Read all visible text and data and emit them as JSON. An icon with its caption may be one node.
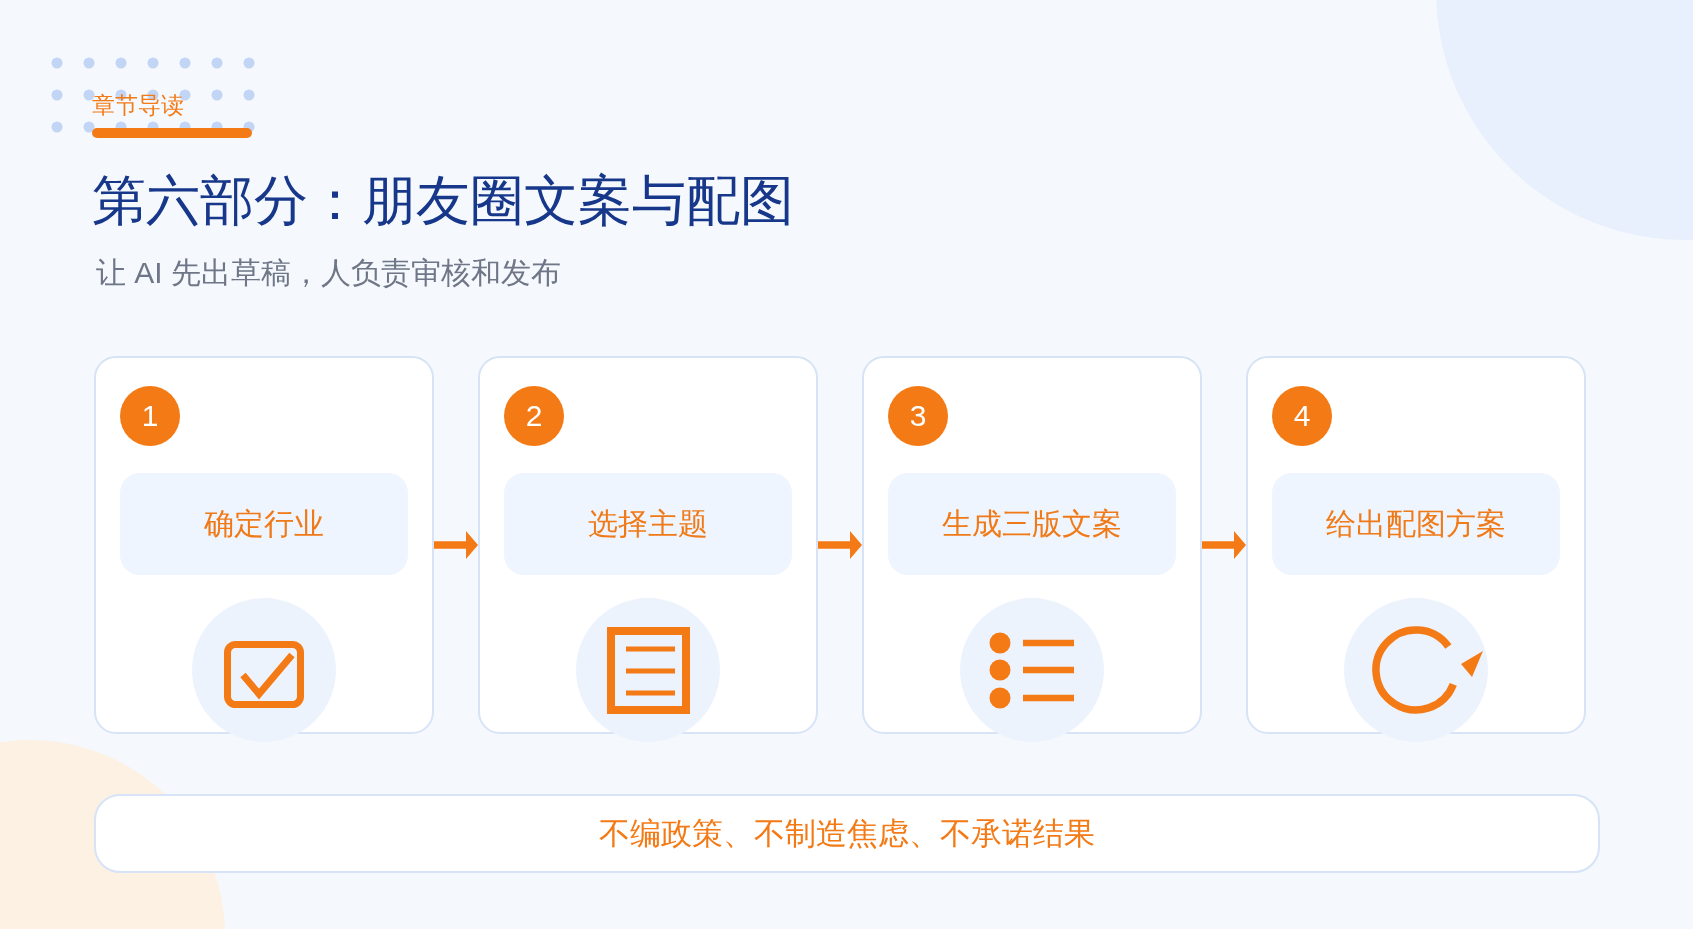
{
  "diagram": {
    "title": "第六部分：朋友圈文案与配图",
    "nodes": [
      {
        "text": [],
        "shape": "box"
      },
      {
        "text": [
          "1"
        ],
        "in": 0
      },
      {
        "text": [
          "确定行业"
        ],
        "in": 0
      },
      {
        "text": [],
        "shape": "box"
      },
      {
        "text": [
          "2"
        ],
        "in": 3
      },
      {
        "text": [
          "选择主题"
        ],
        "in": 3
      },
      {
        "text": [],
        "shape": "box"
      },
      {
        "text": [
          "3"
        ],
        "in": 6
      },
      {
        "text": [
          "生成三版文案"
        ],
        "in": 6
      },
      {
        "text": [],
        "shape": "box"
      },
      {
        "text": [
          "4"
        ],
        "in": 9
      },
      {
        "text": [
          "给出配图方案"
        ],
        "in": 9
      },
      {
        "text": [
          "不编政策、不制造焦虑、不承诺结果"
        ]
      }
    ],
    "edges": [
      {
        "from": 0,
        "to": 3,
        "arrow": "to"
      },
      {
        "from": 3,
        "to": 6,
        "arrow": "to"
      },
      {
        "from": 6,
        "to": 9,
        "arrow": "to"
      }
    ],
    "labels": [
      "章节导读",
      "让 AI 先出草稿，人负责审核和发布"
    ]
  }
}
